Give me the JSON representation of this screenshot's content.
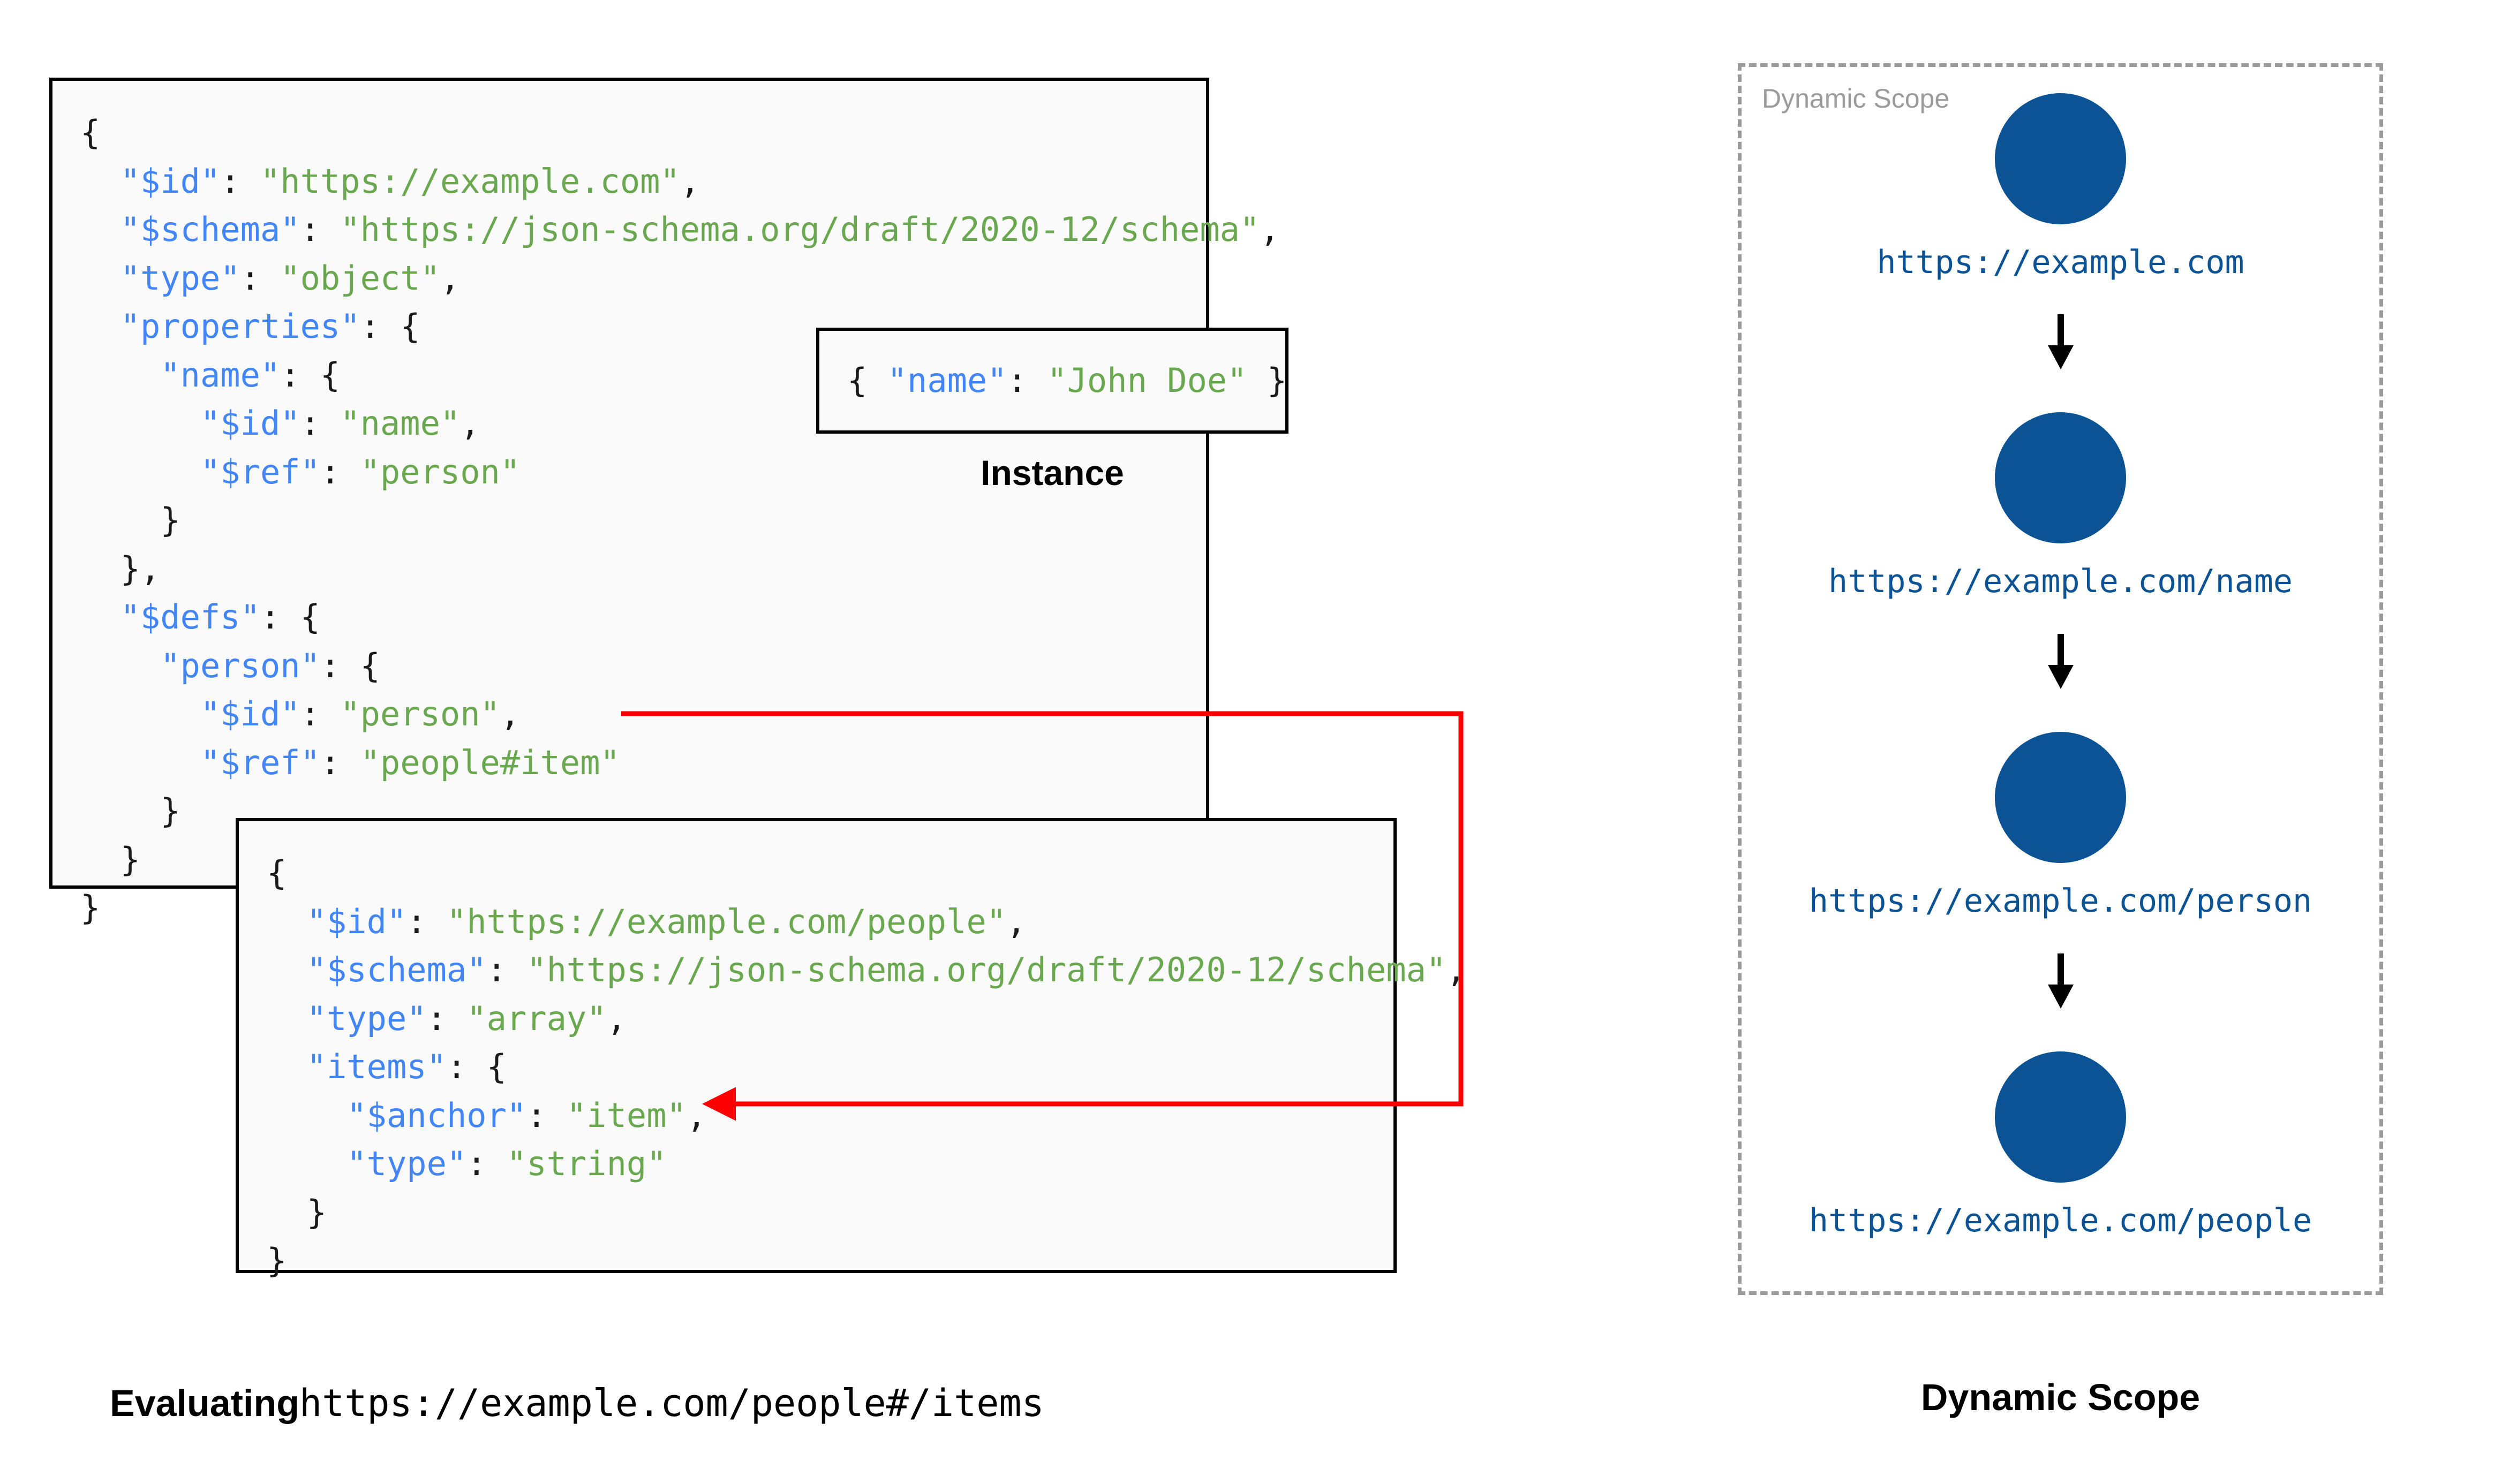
{
  "colors": {
    "key": "#4285f4",
    "string": "#6aa84f",
    "punctuation": "#1a1a1a",
    "node_blue": "#0b5394",
    "reference_arrow": "#ff0000",
    "scope_border": "#9b9b9b",
    "box_border": "#000000",
    "box_fill": "#fafafa"
  },
  "schema_root": {
    "lines": [
      {
        "indent": 0,
        "parts": [
          {
            "t": "{",
            "c": "p"
          }
        ]
      },
      {
        "indent": 1,
        "parts": [
          {
            "t": "\"$id\"",
            "c": "k"
          },
          {
            "t": ": ",
            "c": "p"
          },
          {
            "t": "\"https://example.com\"",
            "c": "s"
          },
          {
            "t": ",",
            "c": "p"
          }
        ]
      },
      {
        "indent": 1,
        "parts": [
          {
            "t": "\"$schema\"",
            "c": "k"
          },
          {
            "t": ": ",
            "c": "p"
          },
          {
            "t": "\"https://json-schema.org/draft/2020-12/schema\"",
            "c": "s"
          },
          {
            "t": ",",
            "c": "p"
          }
        ]
      },
      {
        "indent": 1,
        "parts": [
          {
            "t": "\"type\"",
            "c": "k"
          },
          {
            "t": ": ",
            "c": "p"
          },
          {
            "t": "\"object\"",
            "c": "s"
          },
          {
            "t": ",",
            "c": "p"
          }
        ]
      },
      {
        "indent": 1,
        "parts": [
          {
            "t": "\"properties\"",
            "c": "k"
          },
          {
            "t": ": {",
            "c": "p"
          }
        ]
      },
      {
        "indent": 2,
        "parts": [
          {
            "t": "\"name\"",
            "c": "k"
          },
          {
            "t": ": {",
            "c": "p"
          }
        ]
      },
      {
        "indent": 3,
        "parts": [
          {
            "t": "\"$id\"",
            "c": "k"
          },
          {
            "t": ": ",
            "c": "p"
          },
          {
            "t": "\"name\"",
            "c": "s"
          },
          {
            "t": ",",
            "c": "p"
          }
        ]
      },
      {
        "indent": 3,
        "parts": [
          {
            "t": "\"$ref\"",
            "c": "k"
          },
          {
            "t": ": ",
            "c": "p"
          },
          {
            "t": "\"person\"",
            "c": "s"
          }
        ]
      },
      {
        "indent": 2,
        "parts": [
          {
            "t": "}",
            "c": "p"
          }
        ]
      },
      {
        "indent": 1,
        "parts": [
          {
            "t": "},",
            "c": "p"
          }
        ]
      },
      {
        "indent": 1,
        "parts": [
          {
            "t": "\"$defs\"",
            "c": "k"
          },
          {
            "t": ": {",
            "c": "p"
          }
        ]
      },
      {
        "indent": 2,
        "parts": [
          {
            "t": "\"person\"",
            "c": "k"
          },
          {
            "t": ": {",
            "c": "p"
          }
        ]
      },
      {
        "indent": 3,
        "parts": [
          {
            "t": "\"$id\"",
            "c": "k"
          },
          {
            "t": ": ",
            "c": "p"
          },
          {
            "t": "\"person\"",
            "c": "s"
          },
          {
            "t": ",",
            "c": "p"
          }
        ]
      },
      {
        "indent": 3,
        "parts": [
          {
            "t": "\"$ref\"",
            "c": "k"
          },
          {
            "t": ": ",
            "c": "p"
          },
          {
            "t": "\"people#item\"",
            "c": "s"
          }
        ]
      },
      {
        "indent": 2,
        "parts": [
          {
            "t": "}",
            "c": "p"
          }
        ]
      },
      {
        "indent": 1,
        "parts": [
          {
            "t": "}",
            "c": "p"
          }
        ]
      },
      {
        "indent": 0,
        "parts": [
          {
            "t": "}",
            "c": "p"
          }
        ]
      }
    ]
  },
  "instance": {
    "label": "Instance",
    "lines": [
      {
        "indent": 0,
        "parts": [
          {
            "t": "{ ",
            "c": "p"
          },
          {
            "t": "\"name\"",
            "c": "k"
          },
          {
            "t": ": ",
            "c": "p"
          },
          {
            "t": "\"John Doe\"",
            "c": "s"
          },
          {
            "t": " }",
            "c": "p"
          }
        ]
      }
    ]
  },
  "people_schema": {
    "lines": [
      {
        "indent": 0,
        "parts": [
          {
            "t": "{",
            "c": "p"
          }
        ]
      },
      {
        "indent": 1,
        "parts": [
          {
            "t": "\"$id\"",
            "c": "k"
          },
          {
            "t": ": ",
            "c": "p"
          },
          {
            "t": "\"https://example.com/people\"",
            "c": "s"
          },
          {
            "t": ",",
            "c": "p"
          }
        ]
      },
      {
        "indent": 1,
        "parts": [
          {
            "t": "\"$schema\"",
            "c": "k"
          },
          {
            "t": ": ",
            "c": "p"
          },
          {
            "t": "\"https://json-schema.org/draft/2020-12/schema\"",
            "c": "s"
          },
          {
            "t": ",",
            "c": "p"
          }
        ]
      },
      {
        "indent": 1,
        "parts": [
          {
            "t": "\"type\"",
            "c": "k"
          },
          {
            "t": ": ",
            "c": "p"
          },
          {
            "t": "\"array\"",
            "c": "s"
          },
          {
            "t": ",",
            "c": "p"
          }
        ]
      },
      {
        "indent": 1,
        "parts": [
          {
            "t": "\"items\"",
            "c": "k"
          },
          {
            "t": ": {",
            "c": "p"
          }
        ]
      },
      {
        "indent": 2,
        "parts": [
          {
            "t": "\"$anchor\"",
            "c": "k"
          },
          {
            "t": ": ",
            "c": "p"
          },
          {
            "t": "\"item\"",
            "c": "s"
          },
          {
            "t": ",",
            "c": "p"
          }
        ]
      },
      {
        "indent": 2,
        "parts": [
          {
            "t": "\"type\"",
            "c": "k"
          },
          {
            "t": ": ",
            "c": "p"
          },
          {
            "t": "\"string\"",
            "c": "s"
          }
        ]
      },
      {
        "indent": 1,
        "parts": [
          {
            "t": "}",
            "c": "p"
          }
        ]
      },
      {
        "indent": 0,
        "parts": [
          {
            "t": "}",
            "c": "p"
          }
        ]
      }
    ]
  },
  "evaluating_caption": {
    "bold_label": "Evaluating",
    "uri": "https://example.com/people#/items"
  },
  "dynamic_scope": {
    "panel_title": "Dynamic Scope",
    "caption": "Dynamic Scope",
    "nodes": [
      {
        "label": "https://example.com"
      },
      {
        "label": "https://example.com/name"
      },
      {
        "label": "https://example.com/person"
      },
      {
        "label": "https://example.com/people"
      }
    ]
  }
}
